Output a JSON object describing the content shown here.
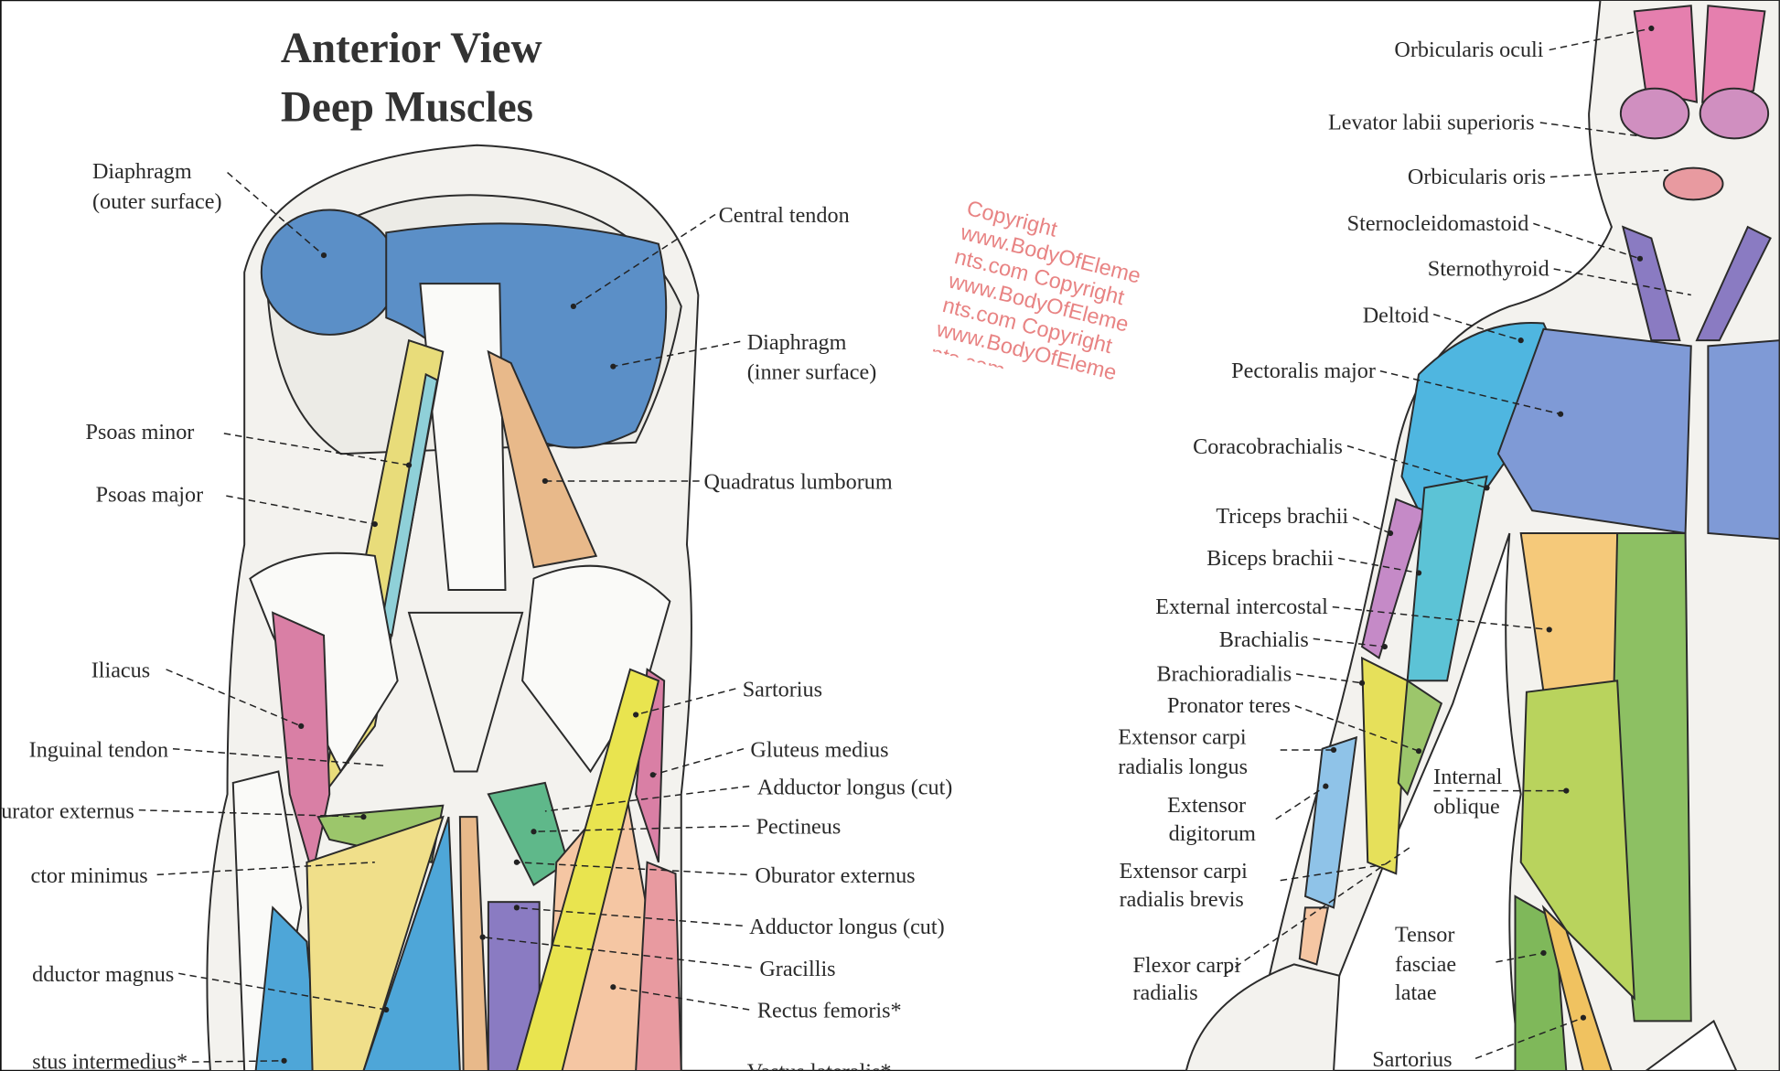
{
  "title": {
    "line1": "Anterior View",
    "line2": "Deep Muscles"
  },
  "watermark": "Copyright www.BodyOfElements.com Copyright www.BodyOfElements.com Copyright www.BodyOfElements.com",
  "deep_labels": {
    "diaphragm_outer": [
      "Diaphragm",
      "(outer surface)"
    ],
    "central_tendon": "Central tendon",
    "diaphragm_inner": [
      "Diaphragm",
      "(inner surface)"
    ],
    "psoas_minor": "Psoas minor",
    "psoas_major": "Psoas major",
    "quadratus_lumborum": "Quadratus lumborum",
    "iliacus": "Iliacus",
    "inguinal_tendon": "Inguinal tendon",
    "obturator_externus_left": "urator externus",
    "adductor_minimus": "ctor minimus",
    "adductor_magnus": "dductor magnus",
    "vastus_intermedius": "stus intermedius*",
    "sartorius": "Sartorius",
    "gluteus_medius": "Gluteus medius",
    "adductor_longus_1": "Adductor longus (cut)",
    "pectineus": "Pectineus",
    "oburator_externus": "Oburator externus",
    "adductor_longus_2": "Adductor longus (cut)",
    "gracillis": "Gracillis",
    "rectus_femoris": "Rectus femoris*",
    "vastus_lateralis": "Vastus lateralis*"
  },
  "superficial_labels": {
    "orbicularis_oculi": "Orbicularis oculi",
    "levator_labii": "Levator labii superioris",
    "orbicularis_oris": "Orbicularis oris",
    "sternocleidomastoid": "Sternocleidomastoid",
    "sternothyroid": "Sternothyroid",
    "deltoid": "Deltoid",
    "pectoralis_major": "Pectoralis major",
    "coracobrachialis": "Coracobrachialis",
    "triceps_brachii": "Triceps brachii",
    "biceps_brachii": "Biceps brachii",
    "external_intercostal": "External intercostal",
    "brachialis": "Brachialis",
    "brachioradialis": "Brachioradialis",
    "pronator_teres": "Pronator teres",
    "ecr_longus": [
      "Extensor carpi",
      "radialis longus"
    ],
    "extensor_digitorum": [
      "Extensor",
      "digitorum"
    ],
    "ecr_brevis": [
      "Extensor carpi",
      "radialis brevis"
    ],
    "flexor_carpi_radialis": [
      "Flexor carpi",
      "radialis"
    ],
    "internal_oblique": [
      "Internal",
      "oblique"
    ],
    "tensor_fasciae_latae": [
      "Tensor",
      "fasciae",
      "latae"
    ],
    "sartorius": "Sartorius"
  },
  "colors": {
    "diaphragm": "#5b8fc7",
    "psoas": "#e8dc7a",
    "quadratus": "#e8b98a",
    "iliacus": "#d97fa5",
    "leg_blue": "#4ea6d8",
    "green": "#9cc66b",
    "purple": "#8a7bc2",
    "peach": "#f5c6a3",
    "sartorius": "#e9e44f",
    "deltoid": "#4fb6e0",
    "pectoralis": "#7f9ad6",
    "face_pink": "#e57fae",
    "intercostal": "#f5c97a",
    "rectus": "#8dc063",
    "oblique": "#b9d35d",
    "watermark": "#e05a5a"
  }
}
